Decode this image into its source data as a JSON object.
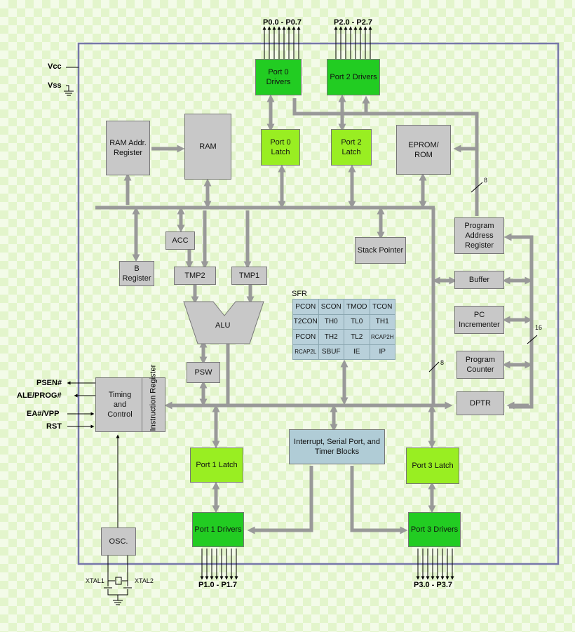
{
  "pins": {
    "port0": "P0.0 - P0.7",
    "port2": "P2.0 - P2.7",
    "port1": "P1.0 - P1.7",
    "port3": "P3.0 - P3.7",
    "vcc": "Vcc",
    "vss": "Vss",
    "psen": "PSEN#",
    "ale": "ALE/PROG#",
    "ea": "EA#/VPP",
    "rst": "RST",
    "xtal1": "XTAL1",
    "xtal2": "XTAL2"
  },
  "blocks": {
    "port0_drivers": "Port 0 Drivers",
    "port2_drivers": "Port 2 Drivers",
    "port0_latch": "Port 0 Latch",
    "port2_latch": "Port 2 Latch",
    "ram_addr": "RAM Addr. Register",
    "ram": "RAM",
    "eprom": "EPROM/ ROM",
    "acc": "ACC",
    "b_register": "B Register",
    "tmp2": "TMP2",
    "tmp1": "TMP1",
    "alu": "ALU",
    "psw": "PSW",
    "stack_pointer": "Stack Pointer",
    "program_address_register": "Program Address Register",
    "buffer": "Buffer",
    "pc_incrementer": "PC Incrementer",
    "program_counter": "Program Counter",
    "dptr": "DPTR",
    "timing_control": "Timing and Control",
    "instruction_register": "Instruction Register",
    "interrupt": "Interrupt, Serial Port, and Timer Blocks",
    "port1_latch": "Port 1 Latch",
    "port3_latch": "Port 3 Latch",
    "port1_drivers": "Port 1 Drivers",
    "port3_drivers": "Port 3 Drivers",
    "osc": "OSC."
  },
  "bus_widths": {
    "pa_width": "8",
    "pc_width": "16",
    "dptr_width": "8"
  },
  "sfr": {
    "title": "SFR",
    "rows": [
      [
        "PCON",
        "SCON",
        "TMOD",
        "TCON"
      ],
      [
        "T2CON",
        "TH0",
        "TL0",
        "TH1"
      ],
      [
        "PCON",
        "TH2",
        "TL2",
        "RCAP2H"
      ],
      [
        "RCAP2L",
        "SBUF",
        "IE",
        "IP"
      ]
    ]
  },
  "colors": {
    "gray_block": "#c8c8c8",
    "lime_block": "#99ee22",
    "green_block": "#22cc22",
    "sfr_block": "#b0ccd6",
    "bus": "#999999",
    "border": "#7777aa"
  }
}
